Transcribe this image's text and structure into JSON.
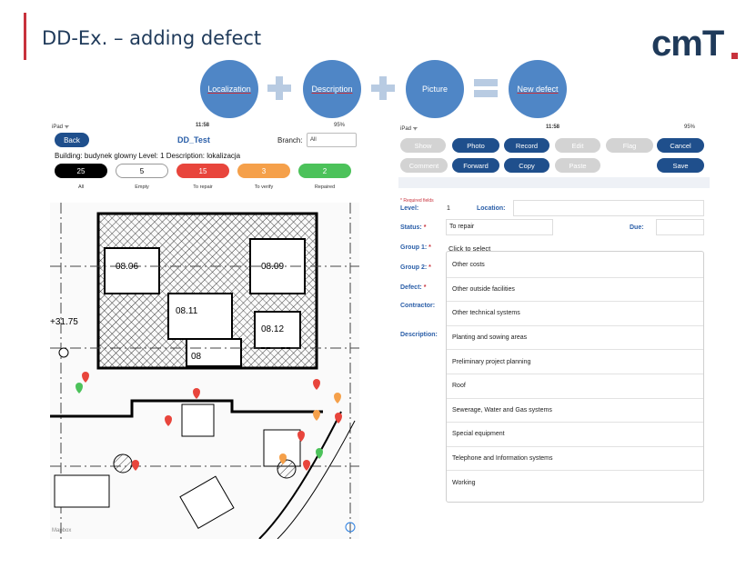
{
  "slide": {
    "title": "DD-Ex. – adding defect",
    "logo_text": "cmT",
    "accent_color": "#c8323c",
    "primary_color": "#1f4f8c"
  },
  "flow": {
    "steps": [
      "Localization",
      "Description",
      "Picture",
      "New defect"
    ],
    "operators": [
      "+",
      "+",
      "="
    ]
  },
  "left_screen": {
    "status_carrier": "iPad ᯤ",
    "status_time": "11:58",
    "status_battery": "95%",
    "back_label": "Back",
    "title": "DD_Test",
    "branch_label": "Branch:",
    "branch_value": "All",
    "building_line": "Building: budynek glowny   Level: 1  Description: lokalizacja",
    "filters": [
      {
        "count": "25",
        "label": "All"
      },
      {
        "count": "5",
        "label": "Empty"
      },
      {
        "count": "15",
        "label": "To repair"
      },
      {
        "count": "3",
        "label": "To verify"
      },
      {
        "count": "2",
        "label": "Repaired"
      }
    ],
    "plan": {
      "room_labels": [
        "08.06",
        "08.09",
        "08.11",
        "08.12",
        "08"
      ],
      "dimension": "+31.75",
      "corner_label": "Mapbox"
    }
  },
  "right_screen": {
    "status_carrier": "iPad ᯤ",
    "status_time": "11:58",
    "status_battery": "95%",
    "row1": [
      {
        "label": "Show",
        "enabled": false
      },
      {
        "label": "Photo",
        "enabled": true
      },
      {
        "label": "Record",
        "enabled": true
      },
      {
        "label": "Edit",
        "enabled": false
      },
      {
        "label": "Flag",
        "enabled": false
      },
      {
        "label": "Cancel",
        "enabled": true
      }
    ],
    "row2": [
      {
        "label": "Comment",
        "enabled": false
      },
      {
        "label": "Forward",
        "enabled": true
      },
      {
        "label": "Copy",
        "enabled": true
      },
      {
        "label": "Paste",
        "enabled": false
      },
      {
        "label": "Save",
        "enabled": true
      }
    ],
    "required_note": "* Required fields",
    "form": {
      "level_label": "Level:",
      "level_value": "1",
      "location_label": "Location:",
      "status_label": "Status:",
      "status_value": "To repair",
      "due_label": "Due:",
      "group1_label": "Group 1:",
      "group1_value": "Click to select",
      "group2_label": "Group 2:",
      "defect_label": "Defect:",
      "contractor_label": "Contractor:",
      "description_label": "Description:",
      "star": "*"
    },
    "dropdown_items": [
      "Other costs",
      "Other outside facilities",
      "Other technical systems",
      "Planting and sowing areas",
      "Preliminary project planning",
      "Roof",
      "Sewerage, Water and Gas systems",
      "Special equipment",
      "Telephone and Information systems",
      "Working"
    ]
  }
}
